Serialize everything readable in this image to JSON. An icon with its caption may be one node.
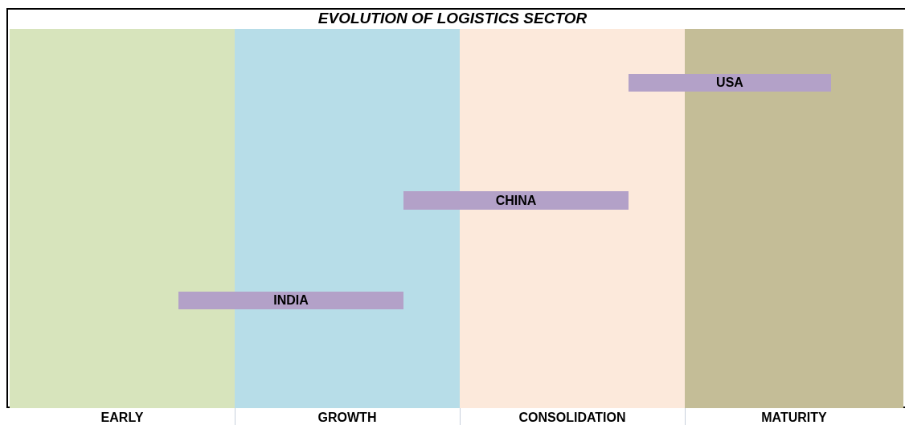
{
  "diagram": {
    "title": "EVOLUTION OF LOGISTICS SECTOR",
    "nodes": [
      {
        "text": [
          "EARLY"
        ]
      },
      {
        "text": [
          "GROWTH"
        ]
      },
      {
        "text": [
          "CONSOLIDATION"
        ]
      },
      {
        "text": [
          "MATURITY"
        ]
      },
      {
        "text": [
          "USA"
        ]
      },
      {
        "text": [
          "CHINA"
        ]
      },
      {
        "text": [
          "INDIA"
        ]
      }
    ]
  }
}
